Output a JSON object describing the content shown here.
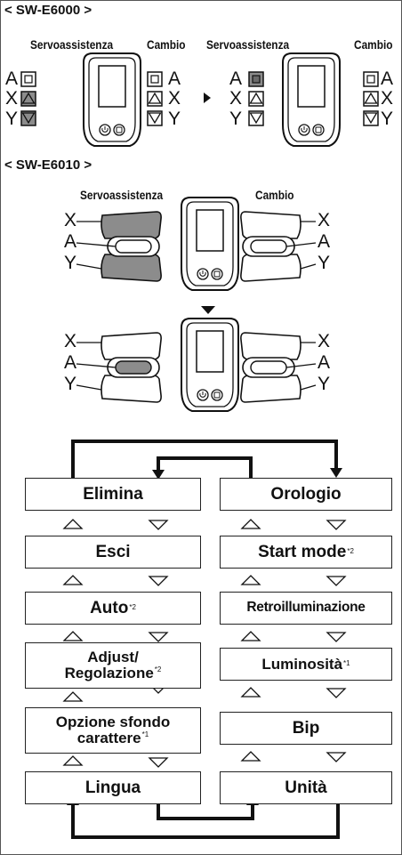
{
  "section1": {
    "title": "< SW-E6000 >",
    "label_assist": "Servoassistenza",
    "label_shift": "Cambio",
    "label_assist2": "Servoassistenza",
    "label_shift2": "Cambio"
  },
  "section2": {
    "title": "< SW-E6010 >",
    "label_assist": "Servoassistenza",
    "label_shift": "Cambio"
  },
  "letters": {
    "a": "A",
    "x": "X",
    "y": "Y"
  },
  "menu": {
    "left": [
      {
        "label": "Elimina",
        "sup": ""
      },
      {
        "label": "Esci",
        "sup": ""
      },
      {
        "label": "Auto",
        "sup": "*2"
      },
      {
        "label": "Adjust/",
        "label2": "Regolazione",
        "sup": "*2"
      },
      {
        "label": "Opzione sfondo",
        "label2": "carattere",
        "sup": "*1"
      },
      {
        "label": "Lingua",
        "sup": ""
      }
    ],
    "right": [
      {
        "label": "Orologio",
        "sup": ""
      },
      {
        "label": "Start mode",
        "sup": "*2"
      },
      {
        "label": "Retroilluminazione",
        "sup": ""
      },
      {
        "label": "Luminosità",
        "sup": "*1"
      },
      {
        "label": "Bip",
        "sup": ""
      },
      {
        "label": "Unità",
        "sup": ""
      }
    ]
  },
  "colors": {
    "highlight": "#8c8c8c",
    "line": "#111111"
  }
}
